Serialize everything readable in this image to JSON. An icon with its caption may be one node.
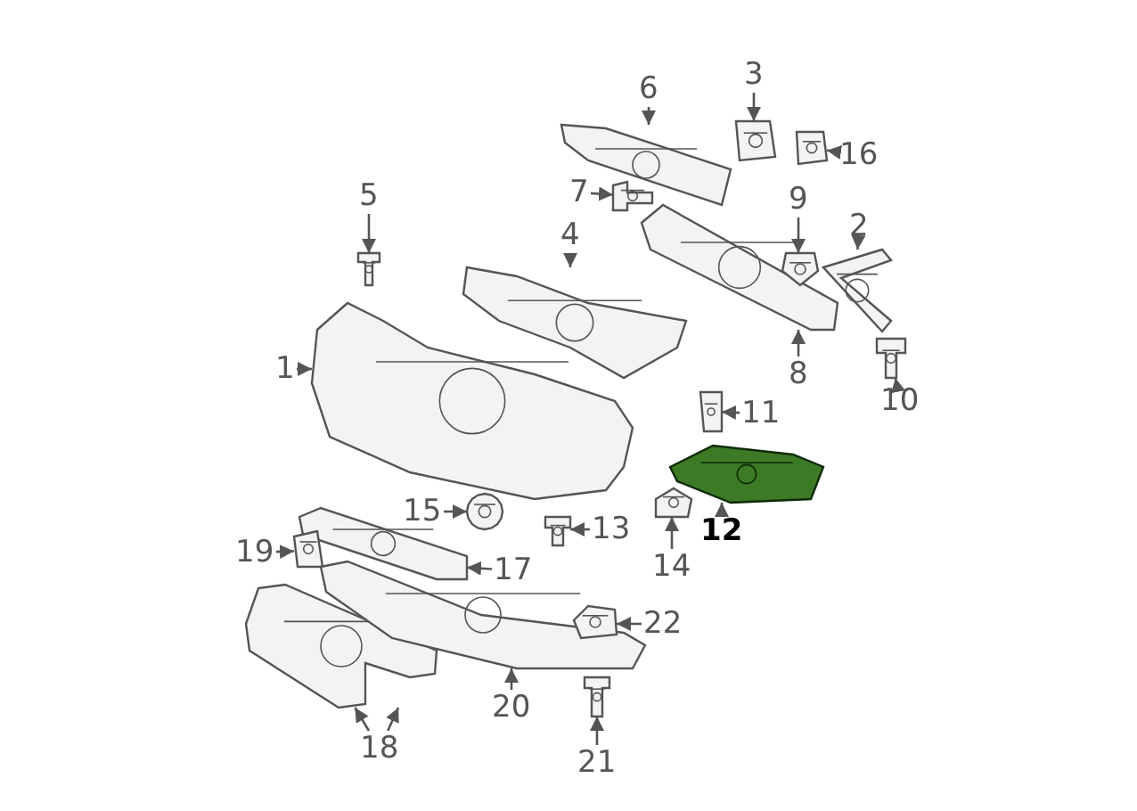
{
  "diagram": {
    "nodes": [
      {
        "text": [
          "1"
        ]
      },
      {
        "text": [
          "2"
        ]
      },
      {
        "text": [
          "3"
        ]
      },
      {
        "text": [
          "4"
        ]
      },
      {
        "text": [
          "5"
        ]
      },
      {
        "text": [
          "6"
        ]
      },
      {
        "text": [
          "7"
        ]
      },
      {
        "text": [
          "8"
        ]
      },
      {
        "text": [
          "9"
        ]
      },
      {
        "text": [
          "10"
        ]
      },
      {
        "text": [
          "11"
        ]
      },
      {
        "text": [
          "12"
        ]
      },
      {
        "text": [
          "13"
        ]
      },
      {
        "text": [
          "14"
        ]
      },
      {
        "text": [
          "15"
        ]
      },
      {
        "text": [
          "16"
        ]
      },
      {
        "text": [
          "17"
        ]
      },
      {
        "text": [
          "18"
        ]
      },
      {
        "text": [
          "19"
        ]
      },
      {
        "text": [
          "20"
        ]
      },
      {
        "text": [
          "21"
        ]
      },
      {
        "text": [
          "22"
        ]
      },
      {
        "text": [],
        "shape": "picture"
      },
      {
        "text": [],
        "shape": "picture"
      },
      {
        "text": [],
        "shape": "picture"
      },
      {
        "text": [],
        "shape": "picture"
      },
      {
        "text": [],
        "shape": "picture"
      },
      {
        "text": [],
        "shape": "picture"
      },
      {
        "text": [],
        "shape": "picture"
      },
      {
        "text": [],
        "shape": "picture"
      },
      {
        "text": [],
        "shape": "picture"
      },
      {
        "text": [],
        "shape": "picture"
      },
      {
        "text": [],
        "shape": "picture"
      },
      {
        "text": [],
        "shape": "picture"
      },
      {
        "text": [],
        "shape": "picture"
      },
      {
        "text": [],
        "shape": "picture"
      },
      {
        "text": [],
        "shape": "picture"
      },
      {
        "text": [],
        "shape": "picture"
      },
      {
        "text": [],
        "shape": "picture"
      },
      {
        "text": [],
        "shape": "picture"
      },
      {
        "text": [],
        "shape": "picture"
      },
      {
        "text": [],
        "shape": "picture"
      },
      {
        "text": [],
        "shape": "picture"
      },
      {
        "text": [],
        "shape": "picture"
      }
    ],
    "edges": [
      {
        "from": 0,
        "to": 22,
        "arrow": "to"
      },
      {
        "from": 1,
        "to": 23,
        "arrow": "to"
      },
      {
        "from": 2,
        "to": 24,
        "arrow": "to"
      },
      {
        "from": 3,
        "to": 25,
        "arrow": "to"
      },
      {
        "from": 4,
        "to": 26,
        "arrow": "to"
      },
      {
        "from": 5,
        "to": 27,
        "arrow": "to"
      },
      {
        "from": 6,
        "to": 28,
        "arrow": "to"
      },
      {
        "from": 7,
        "to": 29,
        "arrow": "to"
      },
      {
        "from": 8,
        "to": 30,
        "arrow": "to"
      },
      {
        "from": 9,
        "to": 31,
        "arrow": "to"
      },
      {
        "from": 10,
        "to": 32,
        "arrow": "to"
      },
      {
        "from": 11,
        "to": 33,
        "arrow": "to"
      },
      {
        "from": 12,
        "to": 34,
        "arrow": "to"
      },
      {
        "from": 13,
        "to": 35,
        "arrow": "to"
      },
      {
        "from": 14,
        "to": 36,
        "arrow": "to"
      },
      {
        "from": 15,
        "to": 37,
        "arrow": "to"
      },
      {
        "from": 16,
        "to": 38,
        "arrow": "to"
      },
      {
        "from": 17,
        "to": 39,
        "arrow": "to"
      },
      {
        "from": 17,
        "to": 39,
        "arrow": "to"
      },
      {
        "from": 18,
        "to": 40,
        "arrow": "to"
      },
      {
        "from": 19,
        "to": 41,
        "arrow": "to"
      },
      {
        "from": 20,
        "to": 42,
        "arrow": "to"
      },
      {
        "from": 21,
        "to": 43,
        "arrow": "to"
      }
    ]
  }
}
